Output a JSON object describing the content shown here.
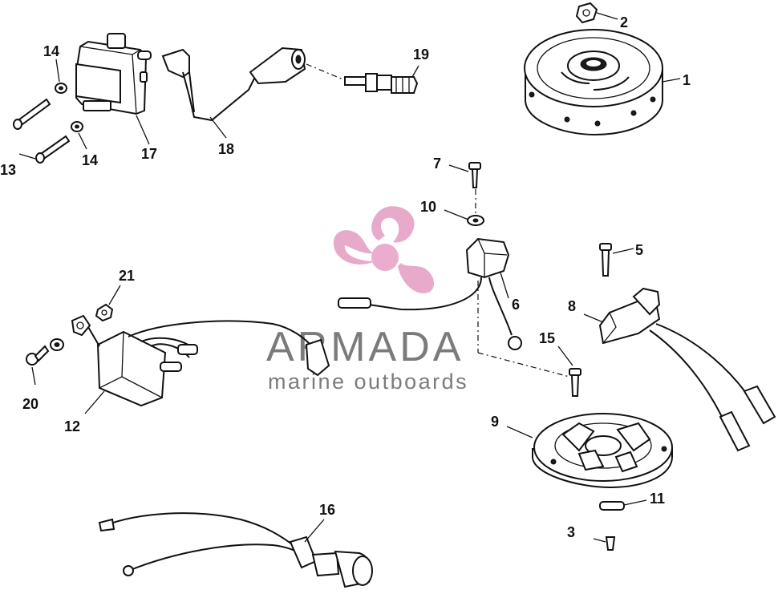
{
  "brand": {
    "name": "ARMADA",
    "tagline": "marine outboards",
    "logo_color": "#e6a6c8",
    "hub_color": "#e9a9cc",
    "text_color": "#7b7b7b"
  },
  "callouts": {
    "c1": "1",
    "c2": "2",
    "c3": "3",
    "c5": "5",
    "c6": "6",
    "c7": "7",
    "c8": "8",
    "c9": "9",
    "c10": "10",
    "c11": "11",
    "c12": "12",
    "c13": "13",
    "c14a": "14",
    "c14b": "14",
    "c15": "15",
    "c16": "16",
    "c17": "17",
    "c18": "18",
    "c19": "19",
    "c20": "20",
    "c21": "21"
  }
}
